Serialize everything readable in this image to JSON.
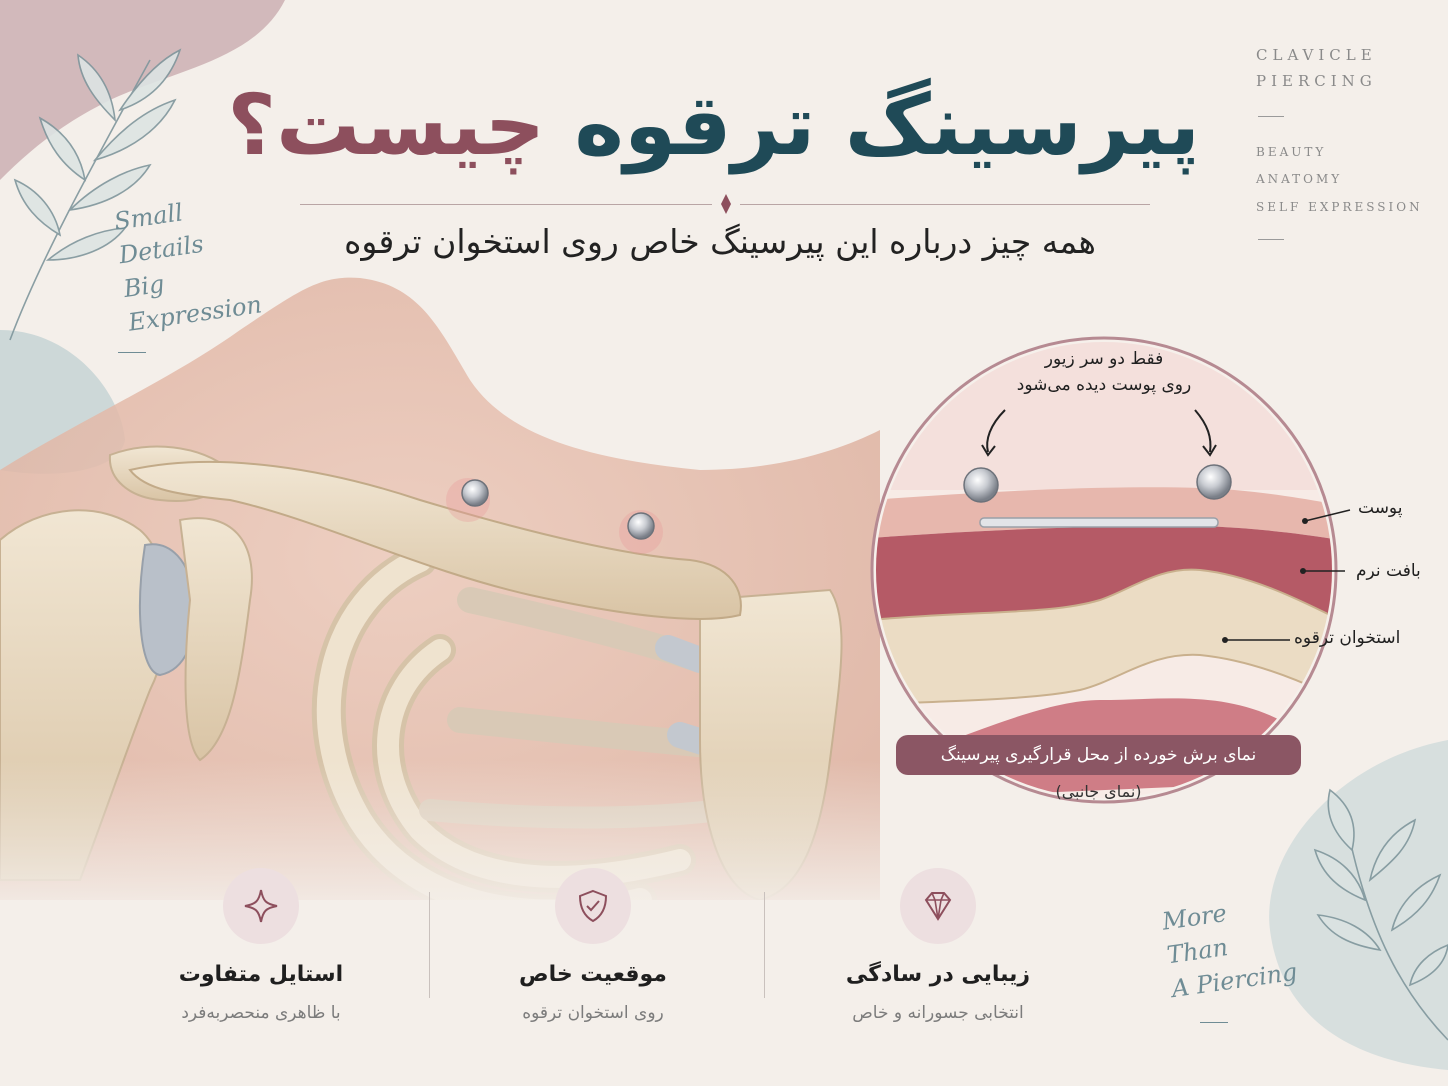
{
  "title": {
    "part1": "پیرسینگ ترقوه",
    "part2": "چیست؟",
    "subtitle": "همه چیز درباره این پیرسینگ خاص روی استخوان ترقوه"
  },
  "corner_text": {
    "line1": "CLAVICLE",
    "line2": "PIERCING",
    "tags": [
      "BEAUTY",
      "ANATOMY",
      "SELF EXPRESSION"
    ]
  },
  "script_left": [
    "Small",
    "Details",
    "Big",
    "Expression"
  ],
  "script_right": [
    "More",
    "Than",
    "A Piercing"
  ],
  "inset": {
    "callout_line1": "فقط دو سر زیور",
    "callout_line2": "روی پوست دیده می‌شود",
    "labels": {
      "skin": "پوست",
      "soft_tissue": "بافت نرم",
      "clavicle": "استخوان ترقوه"
    },
    "caption": "نمای برش خورده از محل قرارگیری پیرسینگ",
    "caption_sub": "(نمای جانبی)"
  },
  "features": [
    {
      "icon": "sparkle-icon",
      "title": "استایل متفاوت",
      "subtitle": "با ظاهری منحصربه‌فرد"
    },
    {
      "icon": "shield-check-icon",
      "title": "موقعیت خاص",
      "subtitle": "روی استخوان ترقوه"
    },
    {
      "icon": "diamond-icon",
      "title": "زیبایی در سادگی",
      "subtitle": "انتخابی جسورانه و خاص"
    }
  ],
  "colors": {
    "teal": "#1f4a57",
    "mauve": "#8d4f5d",
    "background": "#f4efea",
    "bone": "#e7d8c1",
    "skin": "#ecc7b8"
  }
}
